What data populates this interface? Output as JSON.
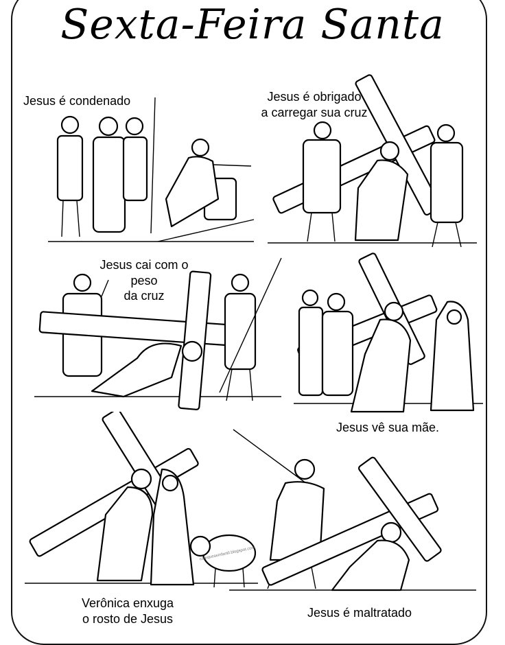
{
  "page": {
    "title": "Sexta-Feira Santa"
  },
  "panels": [
    {
      "caption": "Jesus é  condenado"
    },
    {
      "caption": "Jesus é obrigado\na carregar sua cruz"
    },
    {
      "caption": "Jesus cai com o\npeso\nda cruz"
    },
    {
      "caption": "Jesus vê sua mãe."
    },
    {
      "caption": "Verônica enxuga\no rosto de Jesus"
    },
    {
      "caption": "Jesus é maltratado"
    }
  ],
  "watermark": "catequeseinfantil.blogspot.com"
}
